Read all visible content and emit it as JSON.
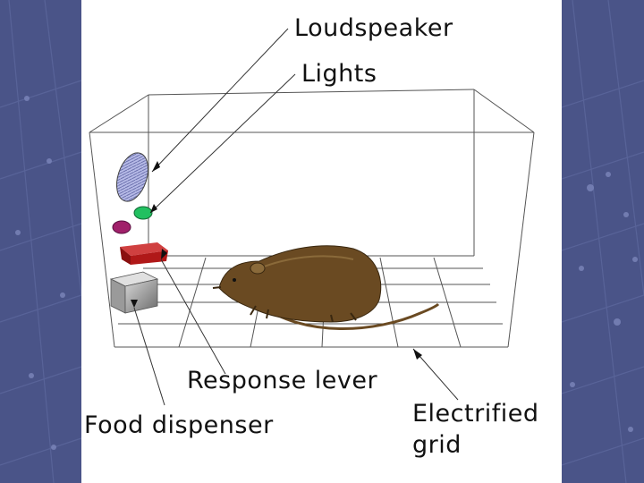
{
  "slide": {
    "panel_color": "#ffffff",
    "background_color": "#4a5488"
  },
  "labels": {
    "loudspeaker": "Loudspeaker",
    "lights": "Lights",
    "response_lever": "Response lever",
    "food_dispenser": "Food dispenser",
    "electrified_grid_line1": "Electrified",
    "electrified_grid_line2": "grid"
  },
  "components": {
    "loudspeaker_color": "#9aa0d8",
    "light_green_color": "#22c060",
    "light_purple_color": "#a0206a",
    "lever_color": "#b01818",
    "dispenser_color": "#8c8c8c",
    "rat_color": "#6a4a22"
  }
}
